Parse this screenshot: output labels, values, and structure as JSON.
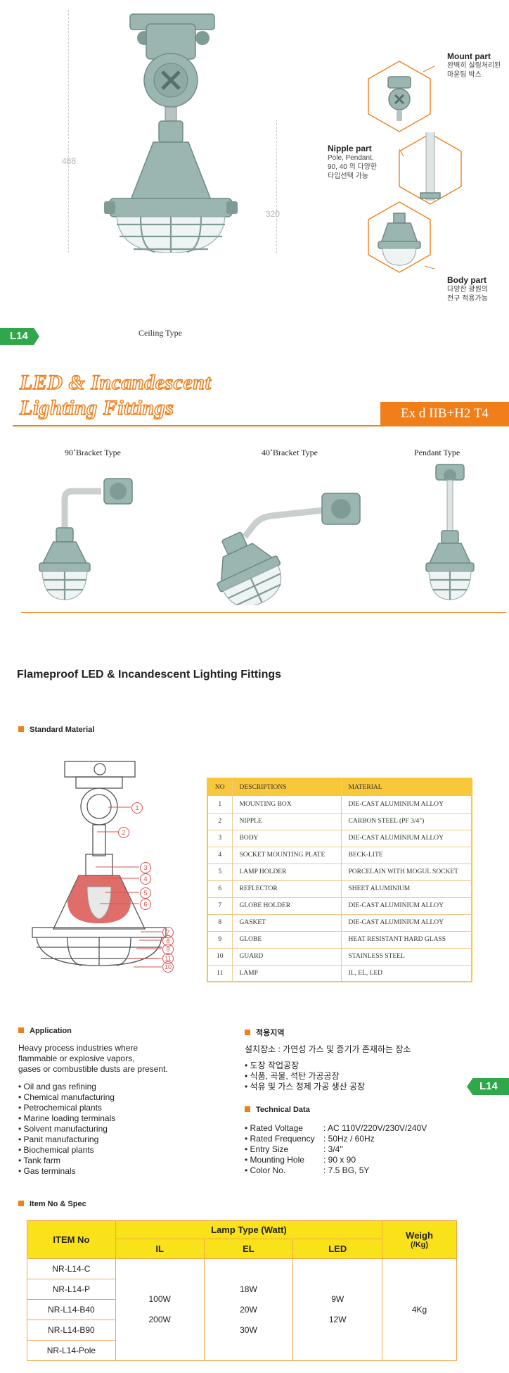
{
  "top": {
    "dimensions": {
      "height_total": "488",
      "height_body": "320"
    },
    "caption": "Ceiling Type",
    "parts": [
      {
        "title": "Mount part",
        "desc": [
          "완벽히 실링처리된",
          "마운팅 박스"
        ]
      },
      {
        "title": "Nipple part",
        "desc": [
          "Pole, Pendant,",
          "90, 40 의 다양한",
          "타입선택 가능"
        ]
      },
      {
        "title": "Body part",
        "desc": [
          "다양한 광원의",
          "전구 적용가능"
        ]
      }
    ],
    "tag": "L14"
  },
  "banner": {
    "title_line1": "LED & Incandescent",
    "title_line2": "Lighting Fittings",
    "ex_rating": "Ex  d  IIB+H2 T4"
  },
  "variants": [
    {
      "label": "90˚Bracket Type"
    },
    {
      "label": "40˚Bracket Type"
    },
    {
      "label": "Pendant Type"
    }
  ],
  "product_title": "Flameproof LED & Incandescent Lighting Fittings",
  "standard_material": {
    "heading": "Standard Material",
    "headers": [
      "NO",
      "DESCRIPTIONS",
      "MATERIAL"
    ],
    "rows": [
      [
        "1",
        "MOUNTING BOX",
        "DIE-CAST ALUMINIUM ALLOY"
      ],
      [
        "2",
        "NIPPLE",
        "CARBON STEEL (PF 3/4\")"
      ],
      [
        "3",
        "BODY",
        "DIE-CAST ALUMINIUM ALLOY"
      ],
      [
        "4",
        "SOCKET MOUNTING PLATE",
        "BECK-LITE"
      ],
      [
        "5",
        "LAMP HOLDER",
        "PORCELAIN WITH MOGUL SOCKET"
      ],
      [
        "6",
        "REFLECTOR",
        "SHEET ALUMINIUM"
      ],
      [
        "7",
        "GLOBE HOLDER",
        "DIE-CAST ALUMINIUM ALLOY"
      ],
      [
        "8",
        "GASKET",
        "DIE-CAST ALUMINIUM ALLOY"
      ],
      [
        "9",
        "GLOBE",
        "HEAT RESISTANT HARD GLASS"
      ],
      [
        "10",
        "GUARD",
        "STAINLESS STEEL"
      ],
      [
        "11",
        "LAMP",
        "IL, EL, LED"
      ]
    ],
    "callouts": [
      "1",
      "2",
      "3",
      "4",
      "5",
      "6",
      "7",
      "8",
      "9",
      "11",
      "10"
    ]
  },
  "application": {
    "heading": "Application",
    "intro": [
      "Heavy process industries where",
      "flammable or explosive vapors,",
      "gases or combustible dusts are present."
    ],
    "items": [
      "Oil  and  gas  refining",
      "Chemical  manufacturing",
      "Petrochemical  plants",
      "Marine  loading  terminals",
      "Solvent  manufacturing",
      "Panit  manufacturing",
      "Biochemical  plants",
      "Tank  farm",
      "Gas  terminals"
    ]
  },
  "korean_area": {
    "heading": "적용지역",
    "intro": "설치장소 : 가연성 가스 및 증기가 존재하는 장소",
    "items": [
      "도장 작업공장",
      "식품, 곡물, 석탄 가공공장",
      "석유 및 가스 정제 가공 생산 공장"
    ]
  },
  "side_tag": "L14",
  "technical": {
    "heading": "Technical Data",
    "rows": [
      {
        "label": "Rated Voltage",
        "value": ": AC 110V/220V/230V/240V"
      },
      {
        "label": "Rated Frequency",
        "value": ": 50Hz / 60Hz"
      },
      {
        "label": "Entry Size",
        "value": ": 3/4\""
      },
      {
        "label": "Mounting Hole",
        "value": ": 90 x 90"
      },
      {
        "label": "Color No.",
        "value": ": 7.5 BG, 5Y"
      }
    ]
  },
  "spec": {
    "heading": "Item No & Spec",
    "item_no": "ITEM No",
    "lamp_type": "Lamp Type (Watt)",
    "il": "IL",
    "el": "EL",
    "led": "LED",
    "weigh": "Weigh",
    "weigh_unit": "(/Kg)",
    "items": [
      "NR-L14-C",
      "NR-L14-P",
      "NR-L14-B40",
      "NR-L14-B90",
      "NR-L14-Pole"
    ],
    "il_values": [
      "100W",
      "200W"
    ],
    "el_values": [
      "18W",
      "20W",
      "30W"
    ],
    "led_values": [
      "9W",
      "12W"
    ],
    "weight": "4Kg"
  }
}
